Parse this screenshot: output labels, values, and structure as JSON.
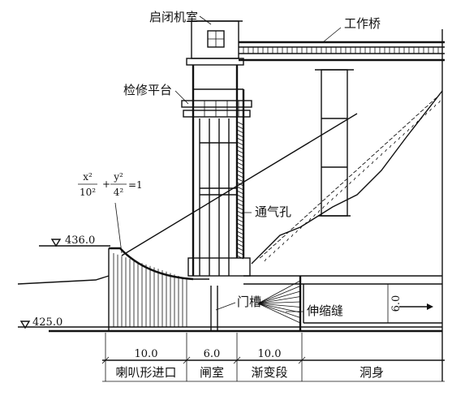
{
  "labels": {
    "hoist_room": "启闭机室",
    "service_bridge": "工作桥",
    "maintenance_platform": "检修平台",
    "air_vent": "通气孔",
    "gate_slot": "门槽",
    "expansion_joint": "伸缩缝"
  },
  "elevations": {
    "water_level": "436.0",
    "bottom": "425.0"
  },
  "equation": {
    "term1_num": "x²",
    "term1_den": "10²",
    "term2_num": "y²",
    "term2_den": "4²",
    "rhs": "=1"
  },
  "dimensions": {
    "d1": "10.0",
    "d2": "6.0",
    "d3": "10.0",
    "height": "6.0"
  },
  "sections": {
    "s1": "喇叭形进口",
    "s2": "闸室",
    "s3": "渐变段",
    "s4": "洞身"
  }
}
